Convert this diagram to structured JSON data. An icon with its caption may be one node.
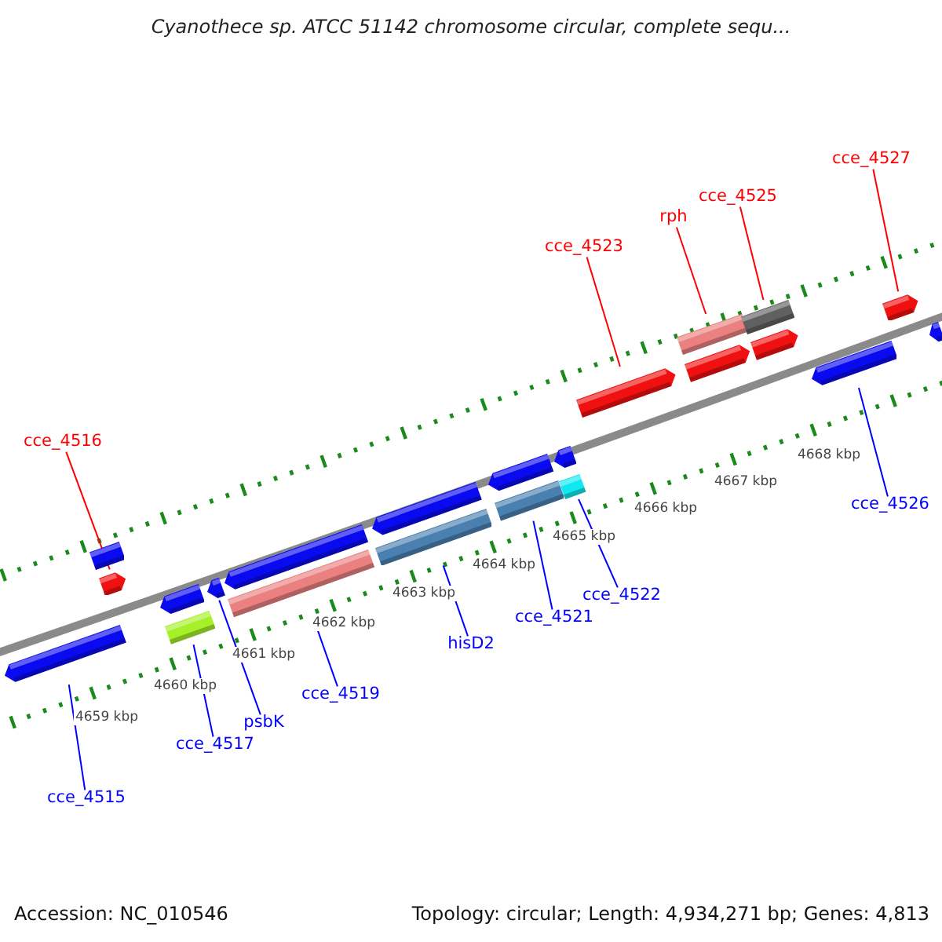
{
  "diagram": {
    "title": "Cyanothece sp. ATCC 51142 chromosome circular, complete sequ...",
    "nodes": [
      {
        "text": [
          "cce_4527"
        ]
      },
      {
        "text": [
          "cce_4525"
        ]
      },
      {
        "text": [
          "rph"
        ]
      },
      {
        "text": [
          "cce_4523"
        ]
      },
      {
        "text": [
          "cce_4516"
        ]
      },
      {
        "text": [
          "cce_4526"
        ]
      },
      {
        "text": [
          "cce_4522"
        ]
      },
      {
        "text": [
          "cce_4521"
        ]
      },
      {
        "text": [
          "hisD2"
        ]
      },
      {
        "text": [
          "cce_4519"
        ]
      },
      {
        "text": [
          "psbK"
        ]
      },
      {
        "text": [
          "cce_4517"
        ]
      },
      {
        "text": [
          "cce_4515"
        ]
      },
      {
        "text": [],
        "shape": "bar"
      },
      {
        "text": [],
        "shape": "bar"
      },
      {
        "text": [],
        "shape": "bar"
      },
      {
        "text": [],
        "shape": "bar"
      },
      {
        "text": [],
        "shape": "bar"
      },
      {
        "text": [],
        "shape": "bar"
      },
      {
        "text": [],
        "shape": "bar"
      },
      {
        "text": [],
        "shape": "bar"
      },
      {
        "text": [],
        "shape": "bar"
      },
      {
        "text": [],
        "shape": "bar"
      },
      {
        "text": [],
        "shape": "bar"
      },
      {
        "text": [],
        "shape": "bar"
      },
      {
        "text": [],
        "shape": "bar"
      },
      {
        "text": [],
        "shape": "bar"
      },
      {
        "text": [],
        "shape": "bar"
      },
      {
        "text": [],
        "shape": "bar"
      },
      {
        "text": [],
        "shape": "bar"
      },
      {
        "text": [],
        "shape": "bar"
      },
      {
        "text": [],
        "shape": "bar"
      },
      {
        "text": [],
        "shape": "bar"
      },
      {
        "text": [],
        "shape": "bar"
      },
      {
        "text": [],
        "shape": "bar"
      }
    ],
    "edges": [
      {
        "from": 0,
        "to": 33,
        "arrow": "none",
        "color": "#ff0000"
      },
      {
        "from": 1,
        "to": 30,
        "arrow": "none",
        "color": "#ff0000"
      },
      {
        "from": 2,
        "to": 28,
        "arrow": "none",
        "color": "#ff0000"
      },
      {
        "from": 3,
        "to": 27,
        "arrow": "none",
        "color": "#ff0000"
      },
      {
        "from": 4,
        "to": 15,
        "arrow": "none",
        "color": "#ff0000"
      },
      {
        "from": 5,
        "to": 32,
        "arrow": "none"
      },
      {
        "from": 6,
        "to": 26,
        "arrow": "none"
      },
      {
        "from": 7,
        "to": 24,
        "arrow": "none"
      },
      {
        "from": 8,
        "to": 22,
        "arrow": "none"
      },
      {
        "from": 9,
        "to": 20,
        "arrow": "none"
      },
      {
        "from": 10,
        "to": 18,
        "arrow": "none"
      },
      {
        "from": 11,
        "to": 17,
        "arrow": "none"
      },
      {
        "from": 12,
        "to": 13,
        "arrow": "none"
      }
    ],
    "labels": [
      "4659 kbp",
      "4660 kbp",
      "4661 kbp",
      "4662 kbp",
      "4663 kbp",
      "4664 kbp",
      "4665 kbp",
      "4666 kbp",
      "4667 kbp",
      "4668 kbp",
      "Accession: NC_010546",
      "Topology: circular; Length: 4,934,271 bp; Genes: 4,813"
    ]
  }
}
